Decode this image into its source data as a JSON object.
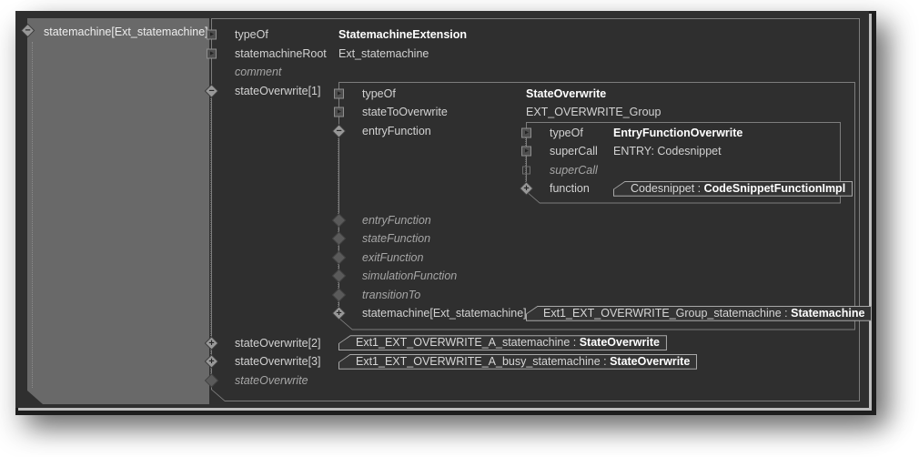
{
  "sep": " : ",
  "colors": {
    "window_background": "#2f2f2f",
    "selected_panel": "#696969",
    "box_border": "#7d7d7d",
    "reference_border": "#a8a8a8",
    "text": "#d2d2d2",
    "bold_text": "#ffffff",
    "placeholder_text": "#a6a6a6"
  },
  "icons": {
    "expanded": "diamond-minus",
    "collapsed": "diamond-plus",
    "property": "boxed-arrow",
    "empty_child": "dark-diamond",
    "empty_reference": "outline-square"
  },
  "root": {
    "label": "statemachine[Ext_statemachine]"
  },
  "l1": {
    "type_of": {
      "label": "typeOf",
      "value": "StatemachineExtension"
    },
    "statemachine_root": {
      "label": "statemachineRoot",
      "value": "Ext_statemachine"
    },
    "comment": {
      "label": "comment"
    },
    "state_overwrite_1": {
      "label": "stateOverwrite[1]"
    },
    "state_overwrite_2": {
      "label": "stateOverwrite[2]",
      "ref": {
        "name": "Ext1_EXT_OVERWRITE_A_statemachine",
        "type": "StateOverwrite"
      }
    },
    "state_overwrite_3": {
      "label": "stateOverwrite[3]",
      "ref": {
        "name": "Ext1_EXT_OVERWRITE_A_busy_statemachine",
        "type": "StateOverwrite"
      }
    },
    "state_overwrite_empty": {
      "label": "stateOverwrite"
    }
  },
  "l2": {
    "type_of": {
      "label": "typeOf",
      "value": "StateOverwrite"
    },
    "state_to_overwrite": {
      "label": "stateToOverwrite",
      "value": "EXT_OVERWRITE_Group"
    },
    "entry_function": {
      "label": "entryFunction"
    },
    "entry_function_empty": {
      "label": "entryFunction"
    },
    "state_function": {
      "label": "stateFunction"
    },
    "exit_function": {
      "label": "exitFunction"
    },
    "simulation_function": {
      "label": "simulationFunction"
    },
    "transition_to": {
      "label": "transitionTo"
    },
    "statemachine": {
      "label": "statemachine[Ext_statemachine]",
      "ref": {
        "name": "Ext1_EXT_OVERWRITE_Group_statemachine",
        "type": "Statemachine"
      }
    }
  },
  "l3": {
    "type_of": {
      "label": "typeOf",
      "value": "EntryFunctionOverwrite"
    },
    "super_call": {
      "label": "superCall",
      "value": "ENTRY: Codesnippet"
    },
    "super_call_empty": {
      "label": "superCall"
    },
    "function": {
      "label": "function",
      "ref": {
        "name": "Codesnippet",
        "type": "CodeSnippetFunctionImpl"
      }
    }
  }
}
